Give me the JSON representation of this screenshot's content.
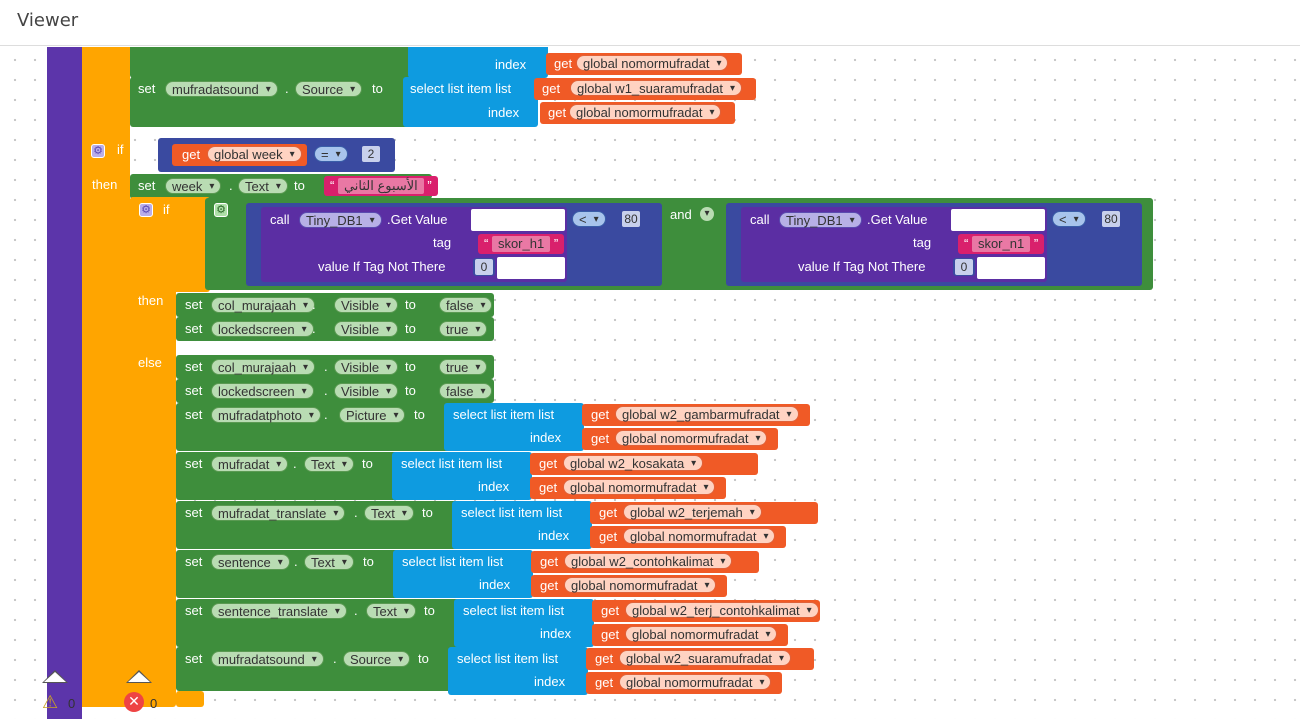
{
  "panel": {
    "title": "Viewer"
  },
  "colors": {
    "purple_bar": "#5c35aa",
    "if_block": "#ffa500",
    "set_block": "#3e8e3c",
    "list_block": "#0e9be0",
    "get_block": "#f05a26",
    "text_block": "#d9206c",
    "compare": "#3a4aa0",
    "tinydb": "#5b2ea3"
  },
  "kw": {
    "set": "set",
    "to": "to",
    "get": "get",
    "if": "if",
    "then": "then",
    "else": "else",
    "index": "index",
    "select": "select list item  list",
    "call": "call",
    "getvalue": ".Get Value",
    "tag": "tag",
    "viit": "value If Tag Not There",
    "and": "and",
    "dot": "."
  },
  "top": {
    "get1": "global nomormufradat",
    "comp": "mufradatsound",
    "prop": "Source",
    "list": "global w1_suaramufradat",
    "get2": "global nomormufradat"
  },
  "cond": {
    "var": "global week",
    "op": "=",
    "val": "2"
  },
  "week": {
    "comp": "week",
    "prop": "Text",
    "text": "الأسبوع الثاني"
  },
  "inner": {
    "db": "Tiny_DB1",
    "op": "<",
    "cmp": "80",
    "tag1": "skor_h1",
    "tag2": "skor_n1",
    "def": "0"
  },
  "then_rows": [
    {
      "comp": "col_murajaah",
      "prop": "Visible",
      "val": "false"
    },
    {
      "comp": "lockedscreen",
      "prop": "Visible",
      "val": "true"
    }
  ],
  "else_simple": [
    {
      "comp": "col_murajaah",
      "prop": "Visible",
      "val": "true"
    },
    {
      "comp": "lockedscreen",
      "prop": "Visible",
      "val": "false"
    }
  ],
  "else_lists": [
    {
      "comp": "mufradatphoto",
      "prop": "Picture",
      "list": "global w2_gambarmufradat",
      "idx": "global nomormufradat"
    },
    {
      "comp": "mufradat",
      "prop": "Text",
      "list": "global w2_kosakata",
      "idx": "global nomormufradat"
    },
    {
      "comp": "mufradat_translate",
      "prop": "Text",
      "list": "global w2_terjemah",
      "idx": "global nomormufradat"
    },
    {
      "comp": "sentence",
      "prop": "Text",
      "list": "global w2_contohkalimat",
      "idx": "global nomormufradat"
    },
    {
      "comp": "sentence_translate",
      "prop": "Text",
      "list": "global w2_terj_contohkalimat",
      "idx": "global nomormufradat"
    },
    {
      "comp": "mufradatsound",
      "prop": "Source",
      "list": "global w2_suaramufradat",
      "idx": "global nomormufradat"
    }
  ],
  "status": {
    "warnings": "0",
    "errors": "0"
  }
}
